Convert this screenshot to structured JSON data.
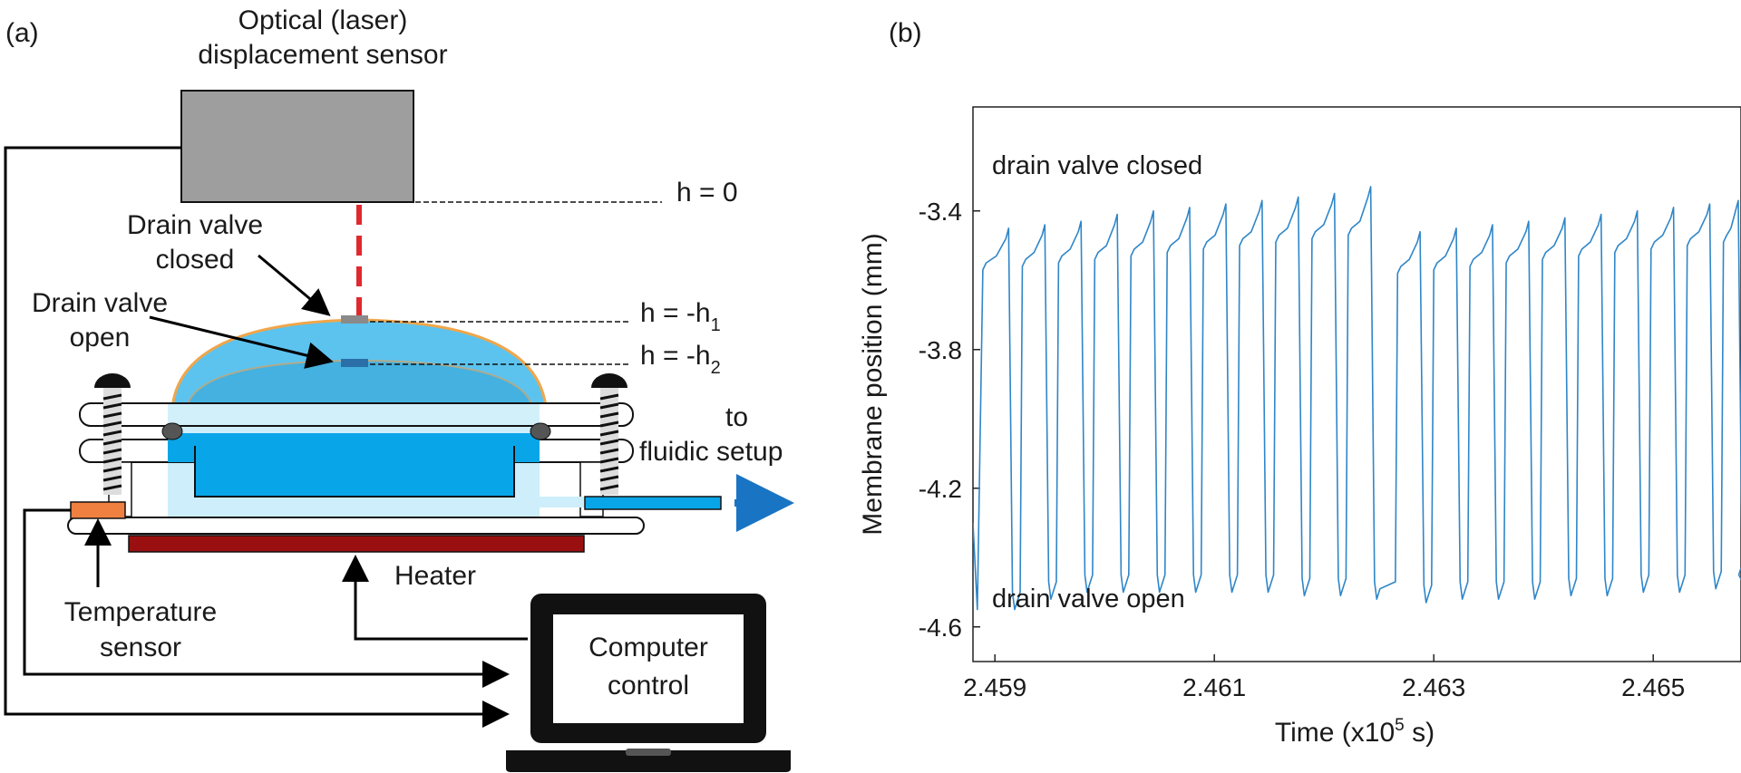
{
  "panel_a": {
    "panel_label": "(a)",
    "sensor_label_line1": "Optical (laser)",
    "sensor_label_line2": "displacement sensor",
    "h0_label": "h = 0",
    "h1_label": "h = -h",
    "h1_sub": "1",
    "h2_label": "h = -h",
    "h2_sub": "2",
    "closed_label_line1": "Drain valve",
    "closed_label_line2": "closed",
    "open_label_line1": "Drain valve",
    "open_label_line2": "open",
    "fluidic_line1": "to",
    "fluidic_line2": "fluidic setup",
    "heater_label": "Heater",
    "temp_label_line1": "Temperature",
    "temp_label_line2": "sensor",
    "computer_line1": "Computer",
    "computer_line2": "control",
    "colors": {
      "sensor_box": "#9e9e9e",
      "laser": "#e0282e",
      "water": "#08a6e8",
      "water_light": "#cdeefa",
      "membrane": "#f0a64a",
      "heater": "#9a1010",
      "temp_sensor": "#f08040",
      "arrow_blue": "#1a74c4"
    }
  },
  "panel_b": {
    "panel_label": "(b)",
    "annotation_top": "drain valve closed",
    "annotation_bottom": "drain valve open",
    "chart_data": {
      "type": "line",
      "xlabel_prefix": "Time (x10",
      "xlabel_exp": "5",
      "xlabel_suffix": " s)",
      "ylabel": "Membrane position (mm)",
      "x_tick_labels": [
        "2.459",
        "2.461",
        "2.463",
        "2.465"
      ],
      "x_ticks": [
        2.459,
        2.461,
        2.463,
        2.465
      ],
      "y_tick_labels": [
        "-3.4",
        "-3.8",
        "-4.2",
        "-4.6"
      ],
      "y_ticks": [
        -3.4,
        -3.8,
        -4.2,
        -4.6
      ],
      "xlim": [
        2.4588,
        2.4658
      ],
      "ylim": [
        -4.7,
        -3.1
      ],
      "grid": false,
      "line_color": "#2f86c8",
      "series": [
        {
          "cycles": [
            {
              "rise_x": 2.45887,
              "fall_x": 2.45913,
              "low_y": -4.55,
              "base_y": -3.55,
              "peak_y": -3.45
            },
            {
              "rise_x": 2.45923,
              "fall_x": 2.45946,
              "low_y": -4.52,
              "base_y": -3.54,
              "peak_y": -3.44
            },
            {
              "rise_x": 2.45956,
              "fall_x": 2.45979,
              "low_y": -4.5,
              "base_y": -3.53,
              "peak_y": -3.43
            },
            {
              "rise_x": 2.45989,
              "fall_x": 2.46012,
              "low_y": -4.5,
              "base_y": -3.52,
              "peak_y": -3.41
            },
            {
              "rise_x": 2.46022,
              "fall_x": 2.46045,
              "low_y": -4.5,
              "base_y": -3.51,
              "peak_y": -3.4
            },
            {
              "rise_x": 2.46055,
              "fall_x": 2.46078,
              "low_y": -4.5,
              "base_y": -3.5,
              "peak_y": -3.39
            },
            {
              "rise_x": 2.46088,
              "fall_x": 2.46111,
              "low_y": -4.5,
              "base_y": -3.49,
              "peak_y": -3.38
            },
            {
              "rise_x": 2.46121,
              "fall_x": 2.46144,
              "low_y": -4.5,
              "base_y": -3.48,
              "peak_y": -3.37
            },
            {
              "rise_x": 2.46154,
              "fall_x": 2.46177,
              "low_y": -4.51,
              "base_y": -3.47,
              "peak_y": -3.36
            },
            {
              "rise_x": 2.46187,
              "fall_x": 2.4621,
              "low_y": -4.51,
              "base_y": -3.46,
              "peak_y": -3.35
            },
            {
              "rise_x": 2.4622,
              "fall_x": 2.46243,
              "low_y": -4.52,
              "base_y": -3.45,
              "peak_y": -3.33
            },
            {
              "rise_x": 2.46265,
              "fall_x": 2.46288,
              "low_y": -4.53,
              "base_y": -3.56,
              "peak_y": -3.46
            },
            {
              "rise_x": 2.46298,
              "fall_x": 2.46321,
              "low_y": -4.52,
              "base_y": -3.55,
              "peak_y": -3.45
            },
            {
              "rise_x": 2.46331,
              "fall_x": 2.46354,
              "low_y": -4.52,
              "base_y": -3.54,
              "peak_y": -3.44
            },
            {
              "rise_x": 2.46364,
              "fall_x": 2.46387,
              "low_y": -4.52,
              "base_y": -3.53,
              "peak_y": -3.43
            },
            {
              "rise_x": 2.46397,
              "fall_x": 2.4642,
              "low_y": -4.51,
              "base_y": -3.52,
              "peak_y": -3.42
            },
            {
              "rise_x": 2.4643,
              "fall_x": 2.46453,
              "low_y": -4.51,
              "base_y": -3.51,
              "peak_y": -3.41
            },
            {
              "rise_x": 2.46463,
              "fall_x": 2.46486,
              "low_y": -4.5,
              "base_y": -3.5,
              "peak_y": -3.4
            },
            {
              "rise_x": 2.46496,
              "fall_x": 2.46519,
              "low_y": -4.5,
              "base_y": -3.49,
              "peak_y": -3.39
            },
            {
              "rise_x": 2.46529,
              "fall_x": 2.46552,
              "low_y": -4.49,
              "base_y": -3.48,
              "peak_y": -3.38
            },
            {
              "rise_x": 2.46562,
              "fall_x": 2.46578,
              "low_y": -4.48,
              "base_y": -3.47,
              "peak_y": -3.37
            }
          ]
        }
      ]
    }
  }
}
